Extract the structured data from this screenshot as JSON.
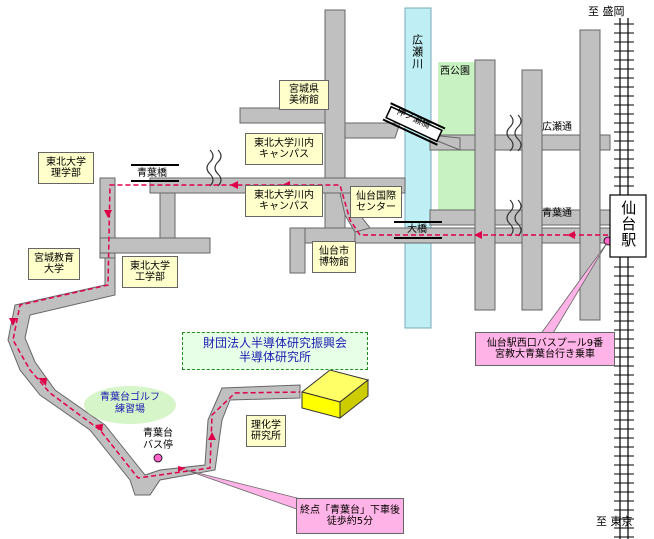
{
  "station": {
    "name": "仙台駅"
  },
  "directions": {
    "north": "至 盛岡",
    "south": "至 東京"
  },
  "river": {
    "name": "広瀬川"
  },
  "streets": {
    "hirose": "広瀬通",
    "aoba": "青葉通"
  },
  "bridges": {
    "nakanose": "仲ノ瀬橋",
    "ohashi": "大橋",
    "aobabashi": "青葉橋"
  },
  "park": {
    "name": "西公園"
  },
  "landmarks": {
    "art_museum": [
      "宮城県",
      "美術館"
    ],
    "kawauchi_1": [
      "東北大学川内",
      "キャンパス"
    ],
    "kawauchi_2": [
      "東北大学川内",
      "キャンパス"
    ],
    "science": [
      "東北大学",
      "理学部"
    ],
    "intl_center": [
      "仙台国際",
      "センター"
    ],
    "city_museum": [
      "仙台市",
      "博物館"
    ],
    "miyagi_edu": [
      "宮城教育",
      "大学"
    ],
    "engineering": [
      "東北大学",
      "工学部"
    ],
    "golf": [
      "青葉台ゴルフ",
      "練習場"
    ],
    "riken": [
      "理化学",
      "研究所"
    ]
  },
  "institute": {
    "line1": "財団法人半導体研究振興会",
    "line2": "半導体研究所"
  },
  "bus_stop": {
    "line1": "青葉台",
    "line2": "バス停"
  },
  "callouts": {
    "bus_pool": {
      "line1": "仙台駅西口バスプール9番",
      "line2": "宮教大青葉台行き乗車"
    },
    "terminal": {
      "line1": "終点「青葉台」下車後",
      "line2": "徒歩約5分"
    }
  },
  "colors": {
    "route": "#e0004a",
    "road": "#c0c0c0",
    "river": "#bfeff4",
    "park": "#c9f2c3",
    "label_box": "#ffffcc",
    "callout": "#ffb3e6",
    "institute_box": "#e6ffe6",
    "building": "#ffff00"
  }
}
